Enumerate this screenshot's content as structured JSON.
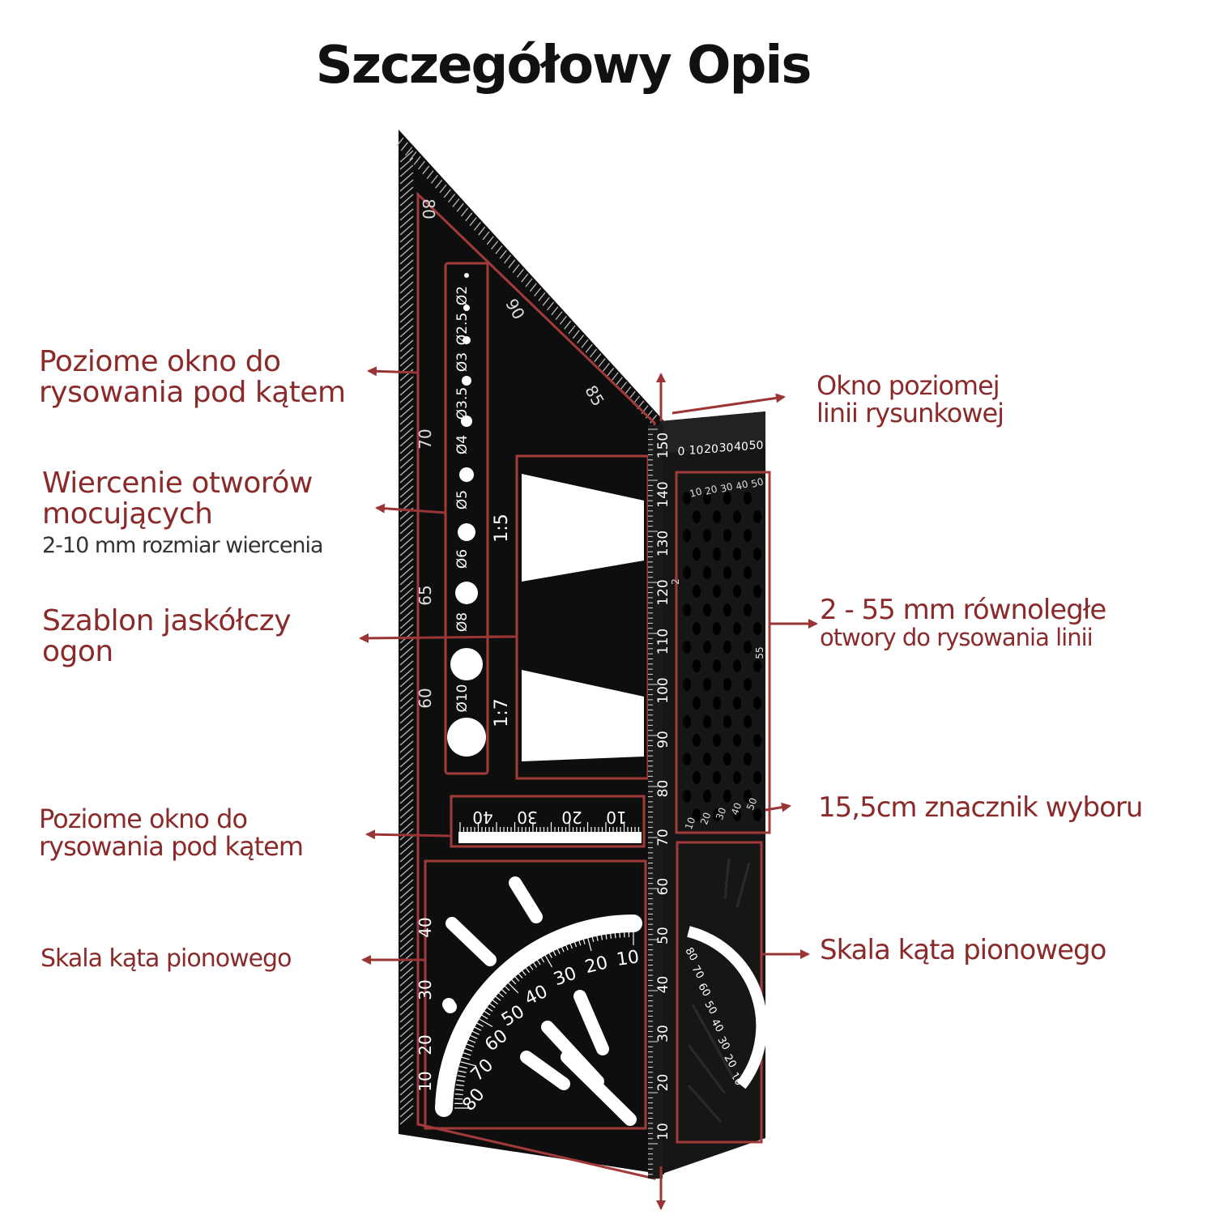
{
  "title": "Szczegółowy Opis",
  "labels": {
    "left": {
      "angle_window_top": [
        "Poziome okno do",
        "rysowania pod kątem"
      ],
      "drilling": [
        "Wiercenie otworów",
        "mocujących"
      ],
      "drilling_sub": "2-10 mm rozmiar wiercenia",
      "dovetail": [
        "Szablon jaskółczy",
        "ogon"
      ],
      "angle_window_bottom": [
        "Poziome okno do",
        "rysowania pod kątem"
      ],
      "vertical_scale": "Skala kąta pionowego"
    },
    "right": {
      "horizontal_window": [
        "Okno poziomej",
        "linii rysunkowej"
      ],
      "parallel_holes": [
        "2 - 55 mm równoległe",
        "otwory do rysowania linii"
      ],
      "selection_marker": "15,5cm znacznik wyboru",
      "vertical_scale": "Skala kąta pionowego"
    }
  },
  "tool": {
    "drill_holes": [
      "Ø2",
      "Ø2.5",
      "Ø3",
      "Ø3.5",
      "Ø4",
      "Ø5",
      "Ø6",
      "Ø8",
      "Ø10"
    ],
    "ratios": [
      "1:5",
      "1:7"
    ],
    "angle_marks": [
      "90",
      "85",
      "80",
      "70",
      "65",
      "60"
    ],
    "cm_ruler": [
      "150",
      "140",
      "130",
      "120",
      "110",
      "100",
      "90",
      "80",
      "70",
      "60",
      "50",
      "40",
      "30",
      "20",
      "10"
    ],
    "top_scale": [
      "0",
      "10",
      "20",
      "30",
      "40",
      "50"
    ],
    "grid_scale": [
      "10",
      "20",
      "30",
      "40",
      "50"
    ],
    "window_scale": [
      "40",
      "30",
      "20",
      "10"
    ],
    "protractor_left": [
      "40",
      "30",
      "20",
      "10",
      "80",
      "70",
      "60",
      "50",
      "40",
      "30",
      "20",
      "10"
    ],
    "protractor_right": [
      "80",
      "70",
      "60",
      "50",
      "40",
      "30",
      "20",
      "10"
    ]
  },
  "colors": {
    "accent": "#8b2a2a",
    "tool": "#0d0d0d",
    "outline": "#a23a3a"
  }
}
